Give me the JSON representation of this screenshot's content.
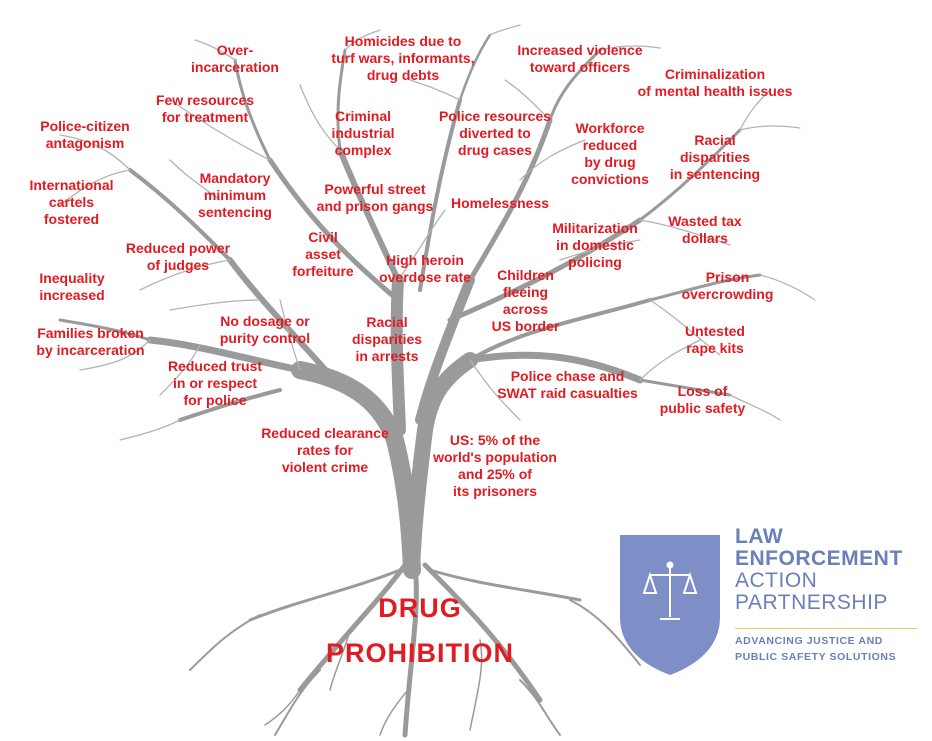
{
  "trunk": {
    "line1": "DRUG",
    "line2": "PROHIBITION"
  },
  "colors": {
    "label": "#e01b22",
    "tree": "#9a9a9a",
    "shield": "#7d8fc6",
    "logo_text": "#6b7fb8"
  },
  "effects": [
    {
      "id": "over-incarceration",
      "text": "Over-\nincarceration"
    },
    {
      "id": "homicides",
      "text": "Homicides due to\nturf wars, informants,\ndrug debts"
    },
    {
      "id": "violence-officers",
      "text": "Increased violence\ntoward officers"
    },
    {
      "id": "criminalization-mental",
      "text": "Criminalization\nof mental health issues"
    },
    {
      "id": "few-resources",
      "text": "Few resources\nfor treatment"
    },
    {
      "id": "police-citizen",
      "text": "Police-citizen\nantagonism"
    },
    {
      "id": "criminal-industrial",
      "text": "Criminal\nindustrial\ncomplex"
    },
    {
      "id": "police-resources",
      "text": "Police resources\ndiverted to\ndrug cases"
    },
    {
      "id": "workforce",
      "text": "Workforce\nreduced\nby drug\nconvictions"
    },
    {
      "id": "racial-sentencing",
      "text": "Racial\ndisparities\nin sentencing"
    },
    {
      "id": "international-cartels",
      "text": "International\ncartels\nfostered"
    },
    {
      "id": "mandatory-minimum",
      "text": "Mandatory\nminimum\nsentencing"
    },
    {
      "id": "street-gangs",
      "text": "Powerful street\nand prison gangs"
    },
    {
      "id": "homelessness",
      "text": "Homelessness"
    },
    {
      "id": "wasted-tax",
      "text": "Wasted tax\ndollars"
    },
    {
      "id": "militarization",
      "text": "Militarization\nin domestic\npolicing"
    },
    {
      "id": "reduced-power-judges",
      "text": "Reduced power\nof judges"
    },
    {
      "id": "civil-asset",
      "text": "Civil\nasset\nforfeiture"
    },
    {
      "id": "heroin-overdose",
      "text": "High heroin\noverdose rate"
    },
    {
      "id": "inequality",
      "text": "Inequality\nincreased"
    },
    {
      "id": "children-fleeing",
      "text": "Children\nfleeing\nacross\nUS border"
    },
    {
      "id": "prison-overcrowding",
      "text": "Prison\novercrowding"
    },
    {
      "id": "no-dosage",
      "text": "No dosage or\npurity control"
    },
    {
      "id": "families-broken",
      "text": "Families broken\nby  incarceration"
    },
    {
      "id": "racial-arrests",
      "text": "Racial\ndisparities\nin arrests"
    },
    {
      "id": "untested-rape-kits",
      "text": "Untested\nrape kits"
    },
    {
      "id": "reduced-trust",
      "text": "Reduced trust\nin or respect\nfor police"
    },
    {
      "id": "police-chase",
      "text": "Police chase and\nSWAT raid casualties"
    },
    {
      "id": "loss-safety",
      "text": "Loss of\npublic safety"
    },
    {
      "id": "clearance-rates",
      "text": "Reduced clearance\nrates for\nviolent crime"
    },
    {
      "id": "us-prisoners",
      "text": "US: 5% of the\nworld's population\nand 25% of\nits prisoners"
    }
  ],
  "logo": {
    "line1": "LAW",
    "line2": "ENFORCEMENT",
    "line3": "ACTION",
    "line4": "PARTNERSHIP",
    "tagline1": "ADVANCING JUSTICE AND",
    "tagline2": "PUBLIC SAFETY SOLUTIONS",
    "icon": "scales-of-justice-icon"
  }
}
